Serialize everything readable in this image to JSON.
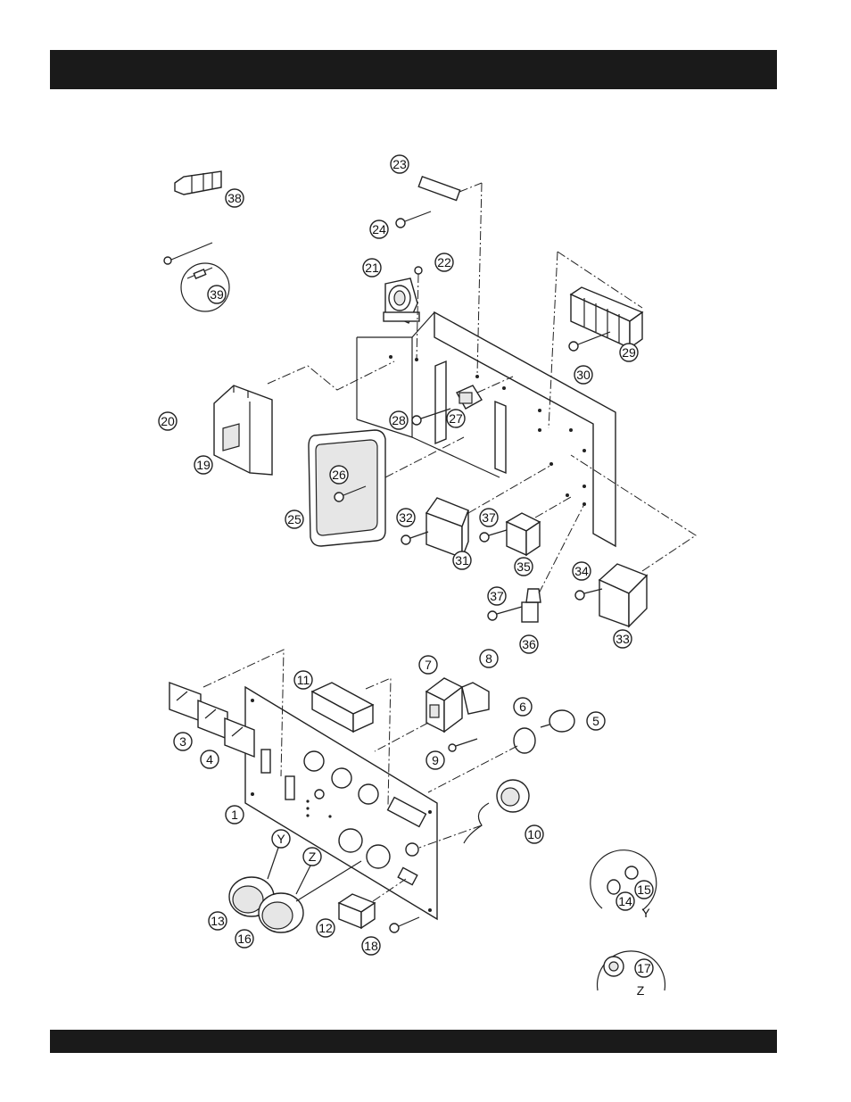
{
  "header": {
    "title": ""
  },
  "footer": {
    "text": ""
  },
  "callouts": [
    {
      "id": "c23",
      "label": "23"
    },
    {
      "id": "c24",
      "label": "24"
    },
    {
      "id": "c38",
      "label": "38"
    },
    {
      "id": "c21",
      "label": "21"
    },
    {
      "id": "c22",
      "label": "22"
    },
    {
      "id": "c39",
      "label": "39"
    },
    {
      "id": "c29",
      "label": "29"
    },
    {
      "id": "c30",
      "label": "30"
    },
    {
      "id": "c20",
      "label": "20"
    },
    {
      "id": "c28",
      "label": "28"
    },
    {
      "id": "c27",
      "label": "27"
    },
    {
      "id": "c19",
      "label": "19"
    },
    {
      "id": "c26",
      "label": "26"
    },
    {
      "id": "c25",
      "label": "25"
    },
    {
      "id": "c32",
      "label": "32"
    },
    {
      "id": "c31",
      "label": "31"
    },
    {
      "id": "c37a",
      "label": "37"
    },
    {
      "id": "c35",
      "label": "35"
    },
    {
      "id": "c34",
      "label": "34"
    },
    {
      "id": "c37b",
      "label": "37"
    },
    {
      "id": "c36",
      "label": "36"
    },
    {
      "id": "c33",
      "label": "33"
    },
    {
      "id": "c11",
      "label": "11"
    },
    {
      "id": "c7",
      "label": "7"
    },
    {
      "id": "c8",
      "label": "8"
    },
    {
      "id": "c3",
      "label": "3"
    },
    {
      "id": "c4",
      "label": "4"
    },
    {
      "id": "c6",
      "label": "6"
    },
    {
      "id": "c5",
      "label": "5"
    },
    {
      "id": "c9",
      "label": "9"
    },
    {
      "id": "c1",
      "label": "1"
    },
    {
      "id": "c10",
      "label": "10"
    },
    {
      "id": "cY",
      "label": "Y"
    },
    {
      "id": "cZ",
      "label": "Z"
    },
    {
      "id": "c13",
      "label": "13"
    },
    {
      "id": "c16",
      "label": "16"
    },
    {
      "id": "c12",
      "label": "12"
    },
    {
      "id": "c18",
      "label": "18"
    },
    {
      "id": "c14",
      "label": "14"
    },
    {
      "id": "c15",
      "label": "15"
    },
    {
      "id": "c17",
      "label": "17"
    }
  ],
  "detail_labels": {
    "y": "Y",
    "z": "Z"
  }
}
